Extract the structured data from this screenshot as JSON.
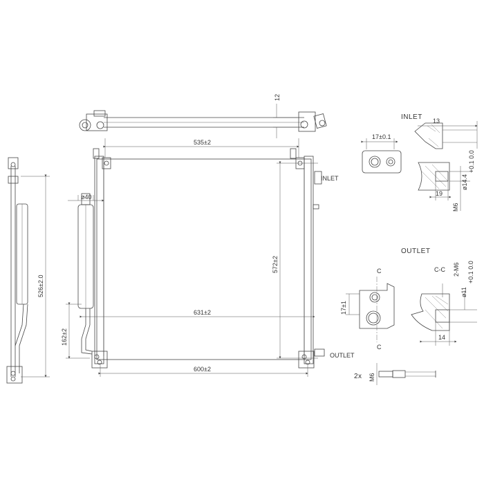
{
  "top_view": {
    "dim_thickness": "12"
  },
  "front_view": {
    "dim_top_width": "535±2",
    "dim_height": "572±2",
    "dim_core_width": "631±2",
    "dim_bottom_width": "600±2",
    "label_inlet": "INLET",
    "label_outlet": "OUTLET"
  },
  "side_view": {
    "dim_height": "526±2.0"
  },
  "drier": {
    "dim_diameter": "ø40",
    "dim_length": "162±2"
  },
  "inlet_detail": {
    "title": "INLET",
    "dim_17": "17±0.1",
    "dim_13": "13",
    "dim_19": "19",
    "dim_m6": "M6",
    "dim_dia": "ø14.4",
    "dim_tol": "+0.1 0.0"
  },
  "outlet_detail": {
    "title": "OUTLET",
    "section_c": "C",
    "section_cc": "C-C",
    "dim_17": "17±1",
    "dim_14": "14",
    "dim_2m6": "2-M6",
    "dim_dia": "ø11",
    "dim_tol": "+0.1 0.0"
  },
  "bolt": {
    "qty": "2x",
    "thread": "M6"
  }
}
